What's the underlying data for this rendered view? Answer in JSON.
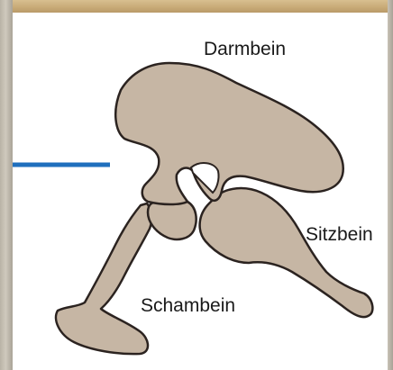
{
  "diagram": {
    "labels": {
      "darmbein": "Darmbein",
      "sitzbein": "Sitzbein",
      "schambein": "Schambein"
    },
    "colors": {
      "bone_fill": "#c6b6a4",
      "bone_stroke": "#2b2320",
      "pointer_line": "#1f6fbd",
      "top_texture": "#c9ab78",
      "left_texture": "#c0baae"
    }
  }
}
